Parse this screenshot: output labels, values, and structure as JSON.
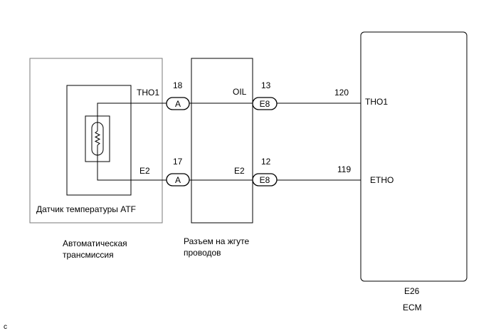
{
  "transmission": {
    "label_line1": "Автоматическая",
    "label_line2": "трансмиссия"
  },
  "sensor": {
    "label": "Датчик температуры ATF",
    "pin_top": "THO1",
    "pin_bottom": "E2"
  },
  "connector_a": {
    "label": "A",
    "pin_top": "18",
    "pin_bottom": "17"
  },
  "harness": {
    "label_line1": "Разъем на жгуте",
    "label_line2": "проводов",
    "pin_top": "OIL",
    "pin_bottom": "E2"
  },
  "connector_e8": {
    "label": "E8",
    "pin_top": "13",
    "pin_bottom": "12"
  },
  "ecm": {
    "code": "E26",
    "name": "ECM",
    "pin_top_num": "120",
    "pin_top_name": "THO1",
    "pin_bottom_num": "119",
    "pin_bottom_name": "ETHO"
  },
  "corner_mark": "c"
}
